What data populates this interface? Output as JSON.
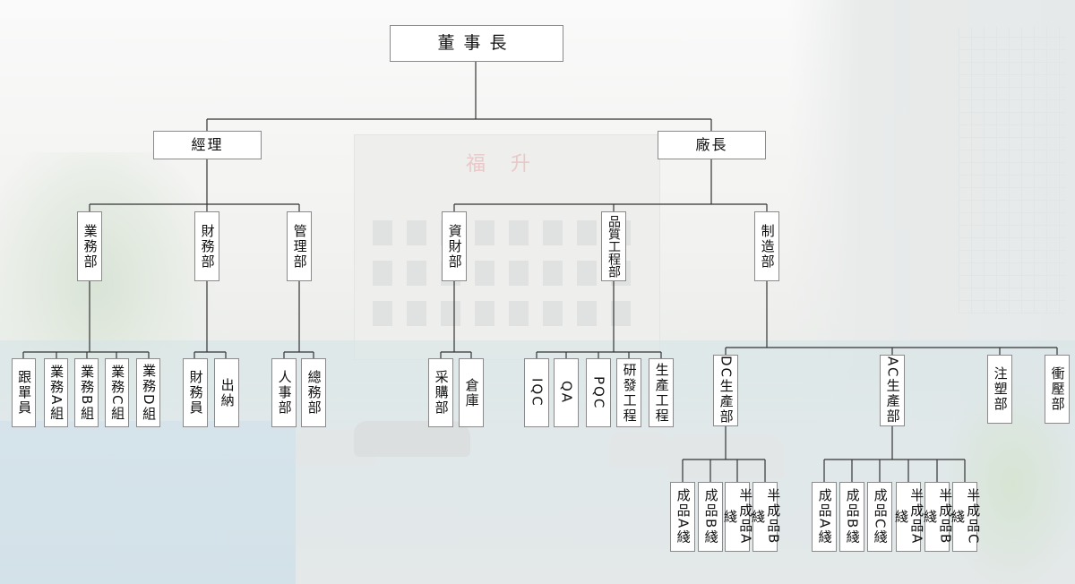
{
  "root": "董事長",
  "level1": {
    "manager": "經理",
    "factory": "廠長"
  },
  "departments": {
    "sales": "業務部",
    "finance": "財務部",
    "admin": "管理部",
    "materials": "資財部",
    "quality": "品質工程部",
    "manufacturing": "制造部"
  },
  "units": {
    "follow": "跟單員",
    "sales_a": "業務A組",
    "sales_b": "業務B組",
    "sales_c": "業務C組",
    "sales_d": "業務D組",
    "finance_staff": "財務員",
    "cashier": "出納",
    "hr": "人事部",
    "general": "總務部",
    "purchase": "采購部",
    "warehouse": "倉庫",
    "iqc": "IQC",
    "qa": "QA",
    "pqc": "PQC",
    "rd": "研發工程",
    "prod_eng": "生產工程",
    "dc": "DC生產部",
    "ac": "AC生產部",
    "injection": "注塑部",
    "stamping": "衝壓部"
  },
  "lines": {
    "dc_a": "成品A綫",
    "dc_b": "成品B綫",
    "dc_semi_a": "半成品A綫",
    "dc_semi_b": "半成品B綫",
    "ac_a": "成品A綫",
    "ac_b": "成品B綫",
    "ac_c": "成品C綫",
    "ac_semi_a": "半成品A綫",
    "ac_semi_b": "半成品B綫",
    "ac_semi_c": "半成品C綫"
  },
  "background_sign": "福升",
  "colors": {
    "line": "#333333",
    "box_border": "#8a8a8a",
    "box_fill": "#ffffff"
  }
}
